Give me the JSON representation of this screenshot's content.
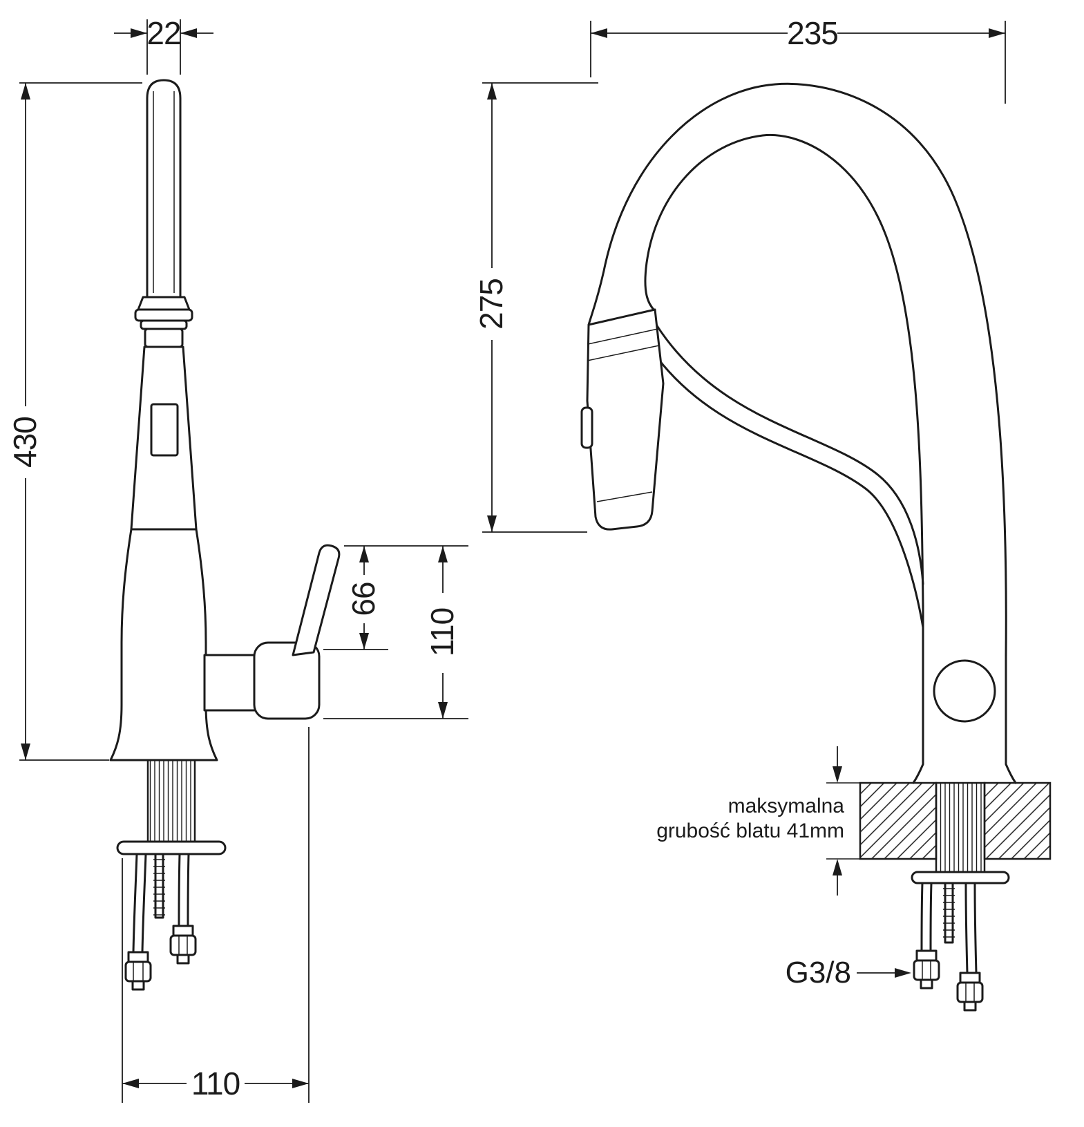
{
  "page": {
    "background": "#ffffff",
    "line_color": "#1b1b1b"
  },
  "left_view": {
    "dim_spout_diameter": "22",
    "dim_total_height": "430",
    "dim_lever_height": "66",
    "dim_handle_height": "110",
    "dim_base_reach": "110"
  },
  "right_view": {
    "dim_spout_reach": "235",
    "dim_spout_drop": "275",
    "counter_note_line1": "maksymalna",
    "counter_note_line2": "grubość blatu 41mm",
    "thread_size": "G3/8"
  }
}
